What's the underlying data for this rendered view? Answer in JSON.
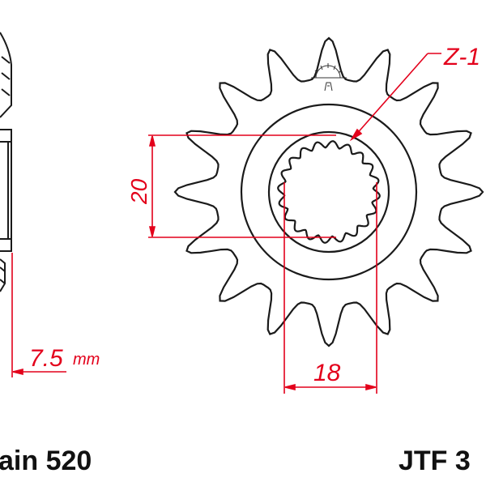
{
  "colors": {
    "outline": "#1a1a1a",
    "dimension": "#e3001b",
    "background": "#ffffff"
  },
  "drawing": {
    "sprocket_teeth": 16,
    "spline_teeth": 20,
    "dimension_height": "20",
    "dimension_width": "18",
    "offset_value": "7.5",
    "offset_unit": "mm",
    "tooth_label": "Z-1",
    "logo_icon": "sun-logo-icon"
  },
  "captions": {
    "chain": "ain 520",
    "part_number": "JTF 3"
  }
}
